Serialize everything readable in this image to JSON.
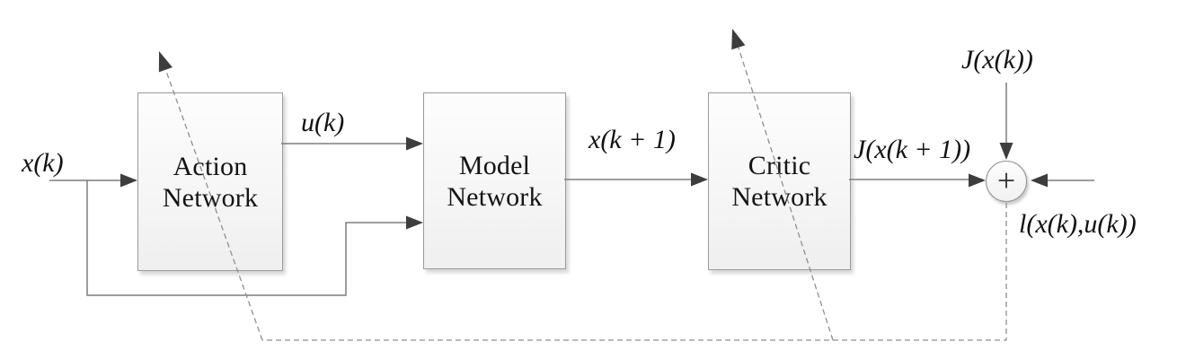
{
  "diagram": {
    "boxes": {
      "action": {
        "line1": "Action",
        "line2": "Network"
      },
      "model": {
        "line1": "Model",
        "line2": "Network"
      },
      "critic": {
        "line1": "Critic",
        "line2": "Network"
      }
    },
    "signals": {
      "state": "x(k)",
      "control": "u(k)",
      "next_state": "x(k + 1)",
      "cost_to_go_next": "J(x(k + 1))",
      "cost_to_go_current": "J(x(k))",
      "utility": "l(x(k),u(k))"
    },
    "summation": {
      "operator": "+"
    },
    "colors": {
      "solid_line": "#7d7d7d",
      "dashed_line": "#8f8f8f",
      "arrowhead": "#3d3d3d",
      "box_border": "#9a9a9a",
      "box_fill": "#f6f6f6",
      "text": "#111111"
    }
  }
}
